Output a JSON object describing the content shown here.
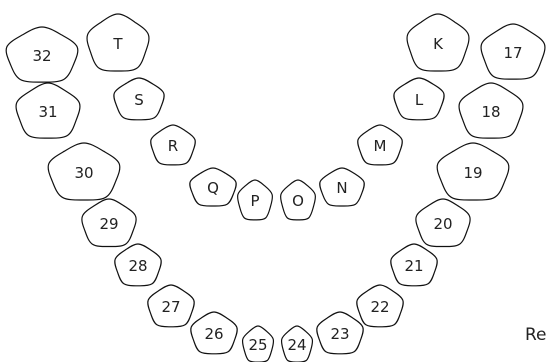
{
  "title": "",
  "permanent_teeth": [
    "32",
    "31",
    "30",
    "29",
    "28",
    "27",
    "26",
    "25",
    "24",
    "23",
    "22",
    "21",
    "20",
    "19",
    "18",
    "17"
  ],
  "primary_teeth": [
    "T",
    "S",
    "R",
    "Q",
    "P",
    "O",
    "N",
    "M",
    "L",
    "K"
  ],
  "edge_label": "Re",
  "colors": {
    "outline": "#111111",
    "fill": "#ffffff",
    "text": "#222222"
  }
}
